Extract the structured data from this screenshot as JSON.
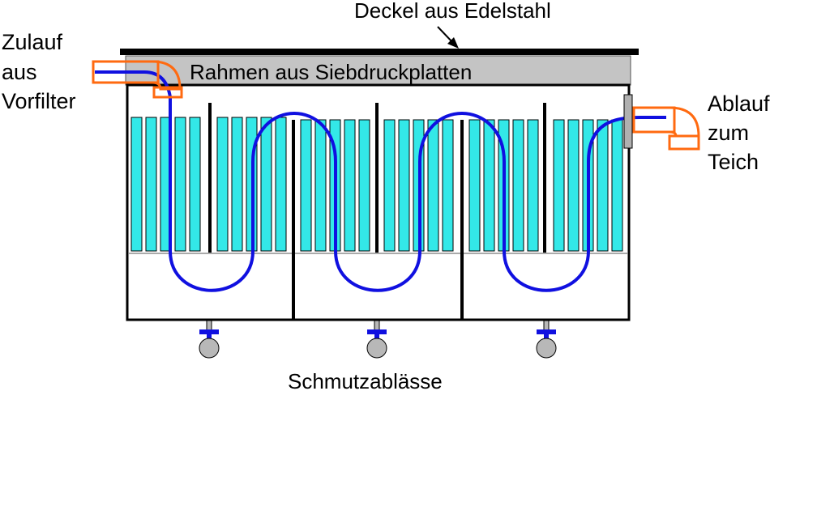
{
  "labels": {
    "lid": "Deckel aus Edelstahl",
    "frame": "Rahmen aus Siebdruckplatten",
    "inlet": [
      "Zulauf",
      "aus",
      "Vorfilter"
    ],
    "outlet": [
      "Ablauf",
      "zum",
      "Teich"
    ],
    "drains": "Schmutzablässe"
  },
  "colors": {
    "media": "#33e8e8",
    "hose": "#1010e0",
    "pipe": "#ff6a10",
    "frame": "#c4c4c4",
    "lid": "#000000",
    "drain_valve": "#b8b8b8"
  }
}
